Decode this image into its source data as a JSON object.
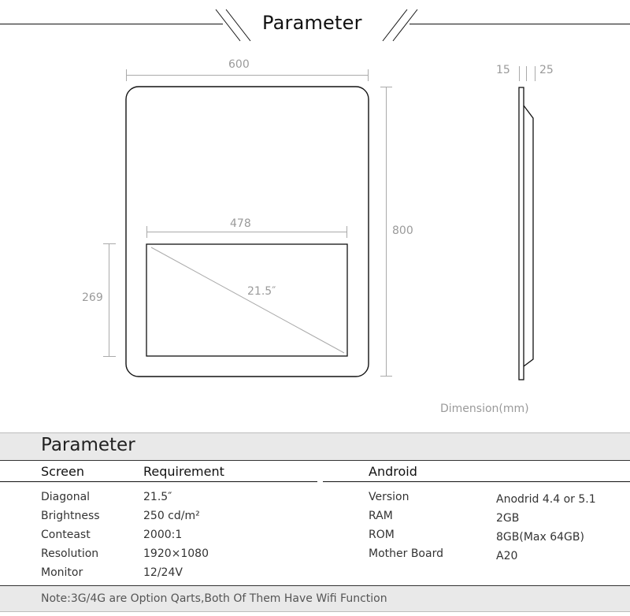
{
  "header": {
    "title": "Parameter"
  },
  "drawing": {
    "width_label": "600",
    "height_label": "800",
    "screen_width_label": "478",
    "screen_height_label": "269",
    "diagonal_label": "21.5″",
    "depth_left_label": "15",
    "depth_right_label": "25",
    "unit_caption": "Dimension(mm)"
  },
  "table": {
    "section_title": "Parameter",
    "screen": {
      "heading": "Screen",
      "req_heading": "Requirement",
      "rows": [
        {
          "label": "Diagonal",
          "value": "21.5″"
        },
        {
          "label": "Brightness",
          "value": "250 cd/m²"
        },
        {
          "label": "Conteast",
          "value": "2000:1"
        },
        {
          "label": "Resolution",
          "value": "1920×1080"
        },
        {
          "label": "Monitor",
          "value": "12/24V"
        }
      ]
    },
    "android": {
      "heading": "Android",
      "rows": [
        {
          "label": "Version",
          "value": "Anodrid 4.4 or 5.1"
        },
        {
          "label": "RAM",
          "value": "2GB"
        },
        {
          "label": "ROM",
          "value": "8GB(Max 64GB)"
        },
        {
          "label": "Mother Board",
          "value": "A20"
        }
      ]
    },
    "note": "Note:3G/4G are Option Qarts,Both Of Them Have Wifi Function"
  },
  "colors": {
    "band": "#e9e9e9",
    "line": "#111111",
    "dim_line": "#aaaaaa"
  }
}
